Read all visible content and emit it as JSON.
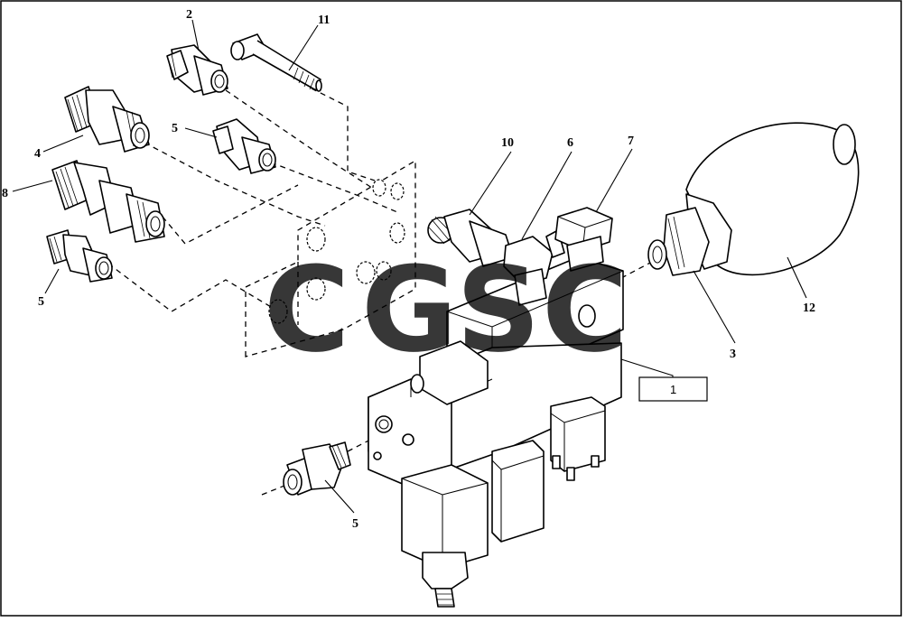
{
  "callouts": {
    "c1": "1",
    "c2": "2",
    "c3": "3",
    "c4": "4",
    "c5a": "5",
    "c5b": "5",
    "c5c": "5",
    "c6": "6",
    "c7": "7",
    "c8": "8",
    "c10": "10",
    "c11": "11",
    "c12": "12"
  },
  "watermark": {
    "letters": [
      "C",
      "G",
      "S",
      "C"
    ],
    "colors": [
      "#4a8cf7",
      "#f26b5b",
      "#f7d04a",
      "#34a35a"
    ]
  },
  "colors": {
    "line": "#000000",
    "background": "#ffffff",
    "border": "#000000"
  }
}
